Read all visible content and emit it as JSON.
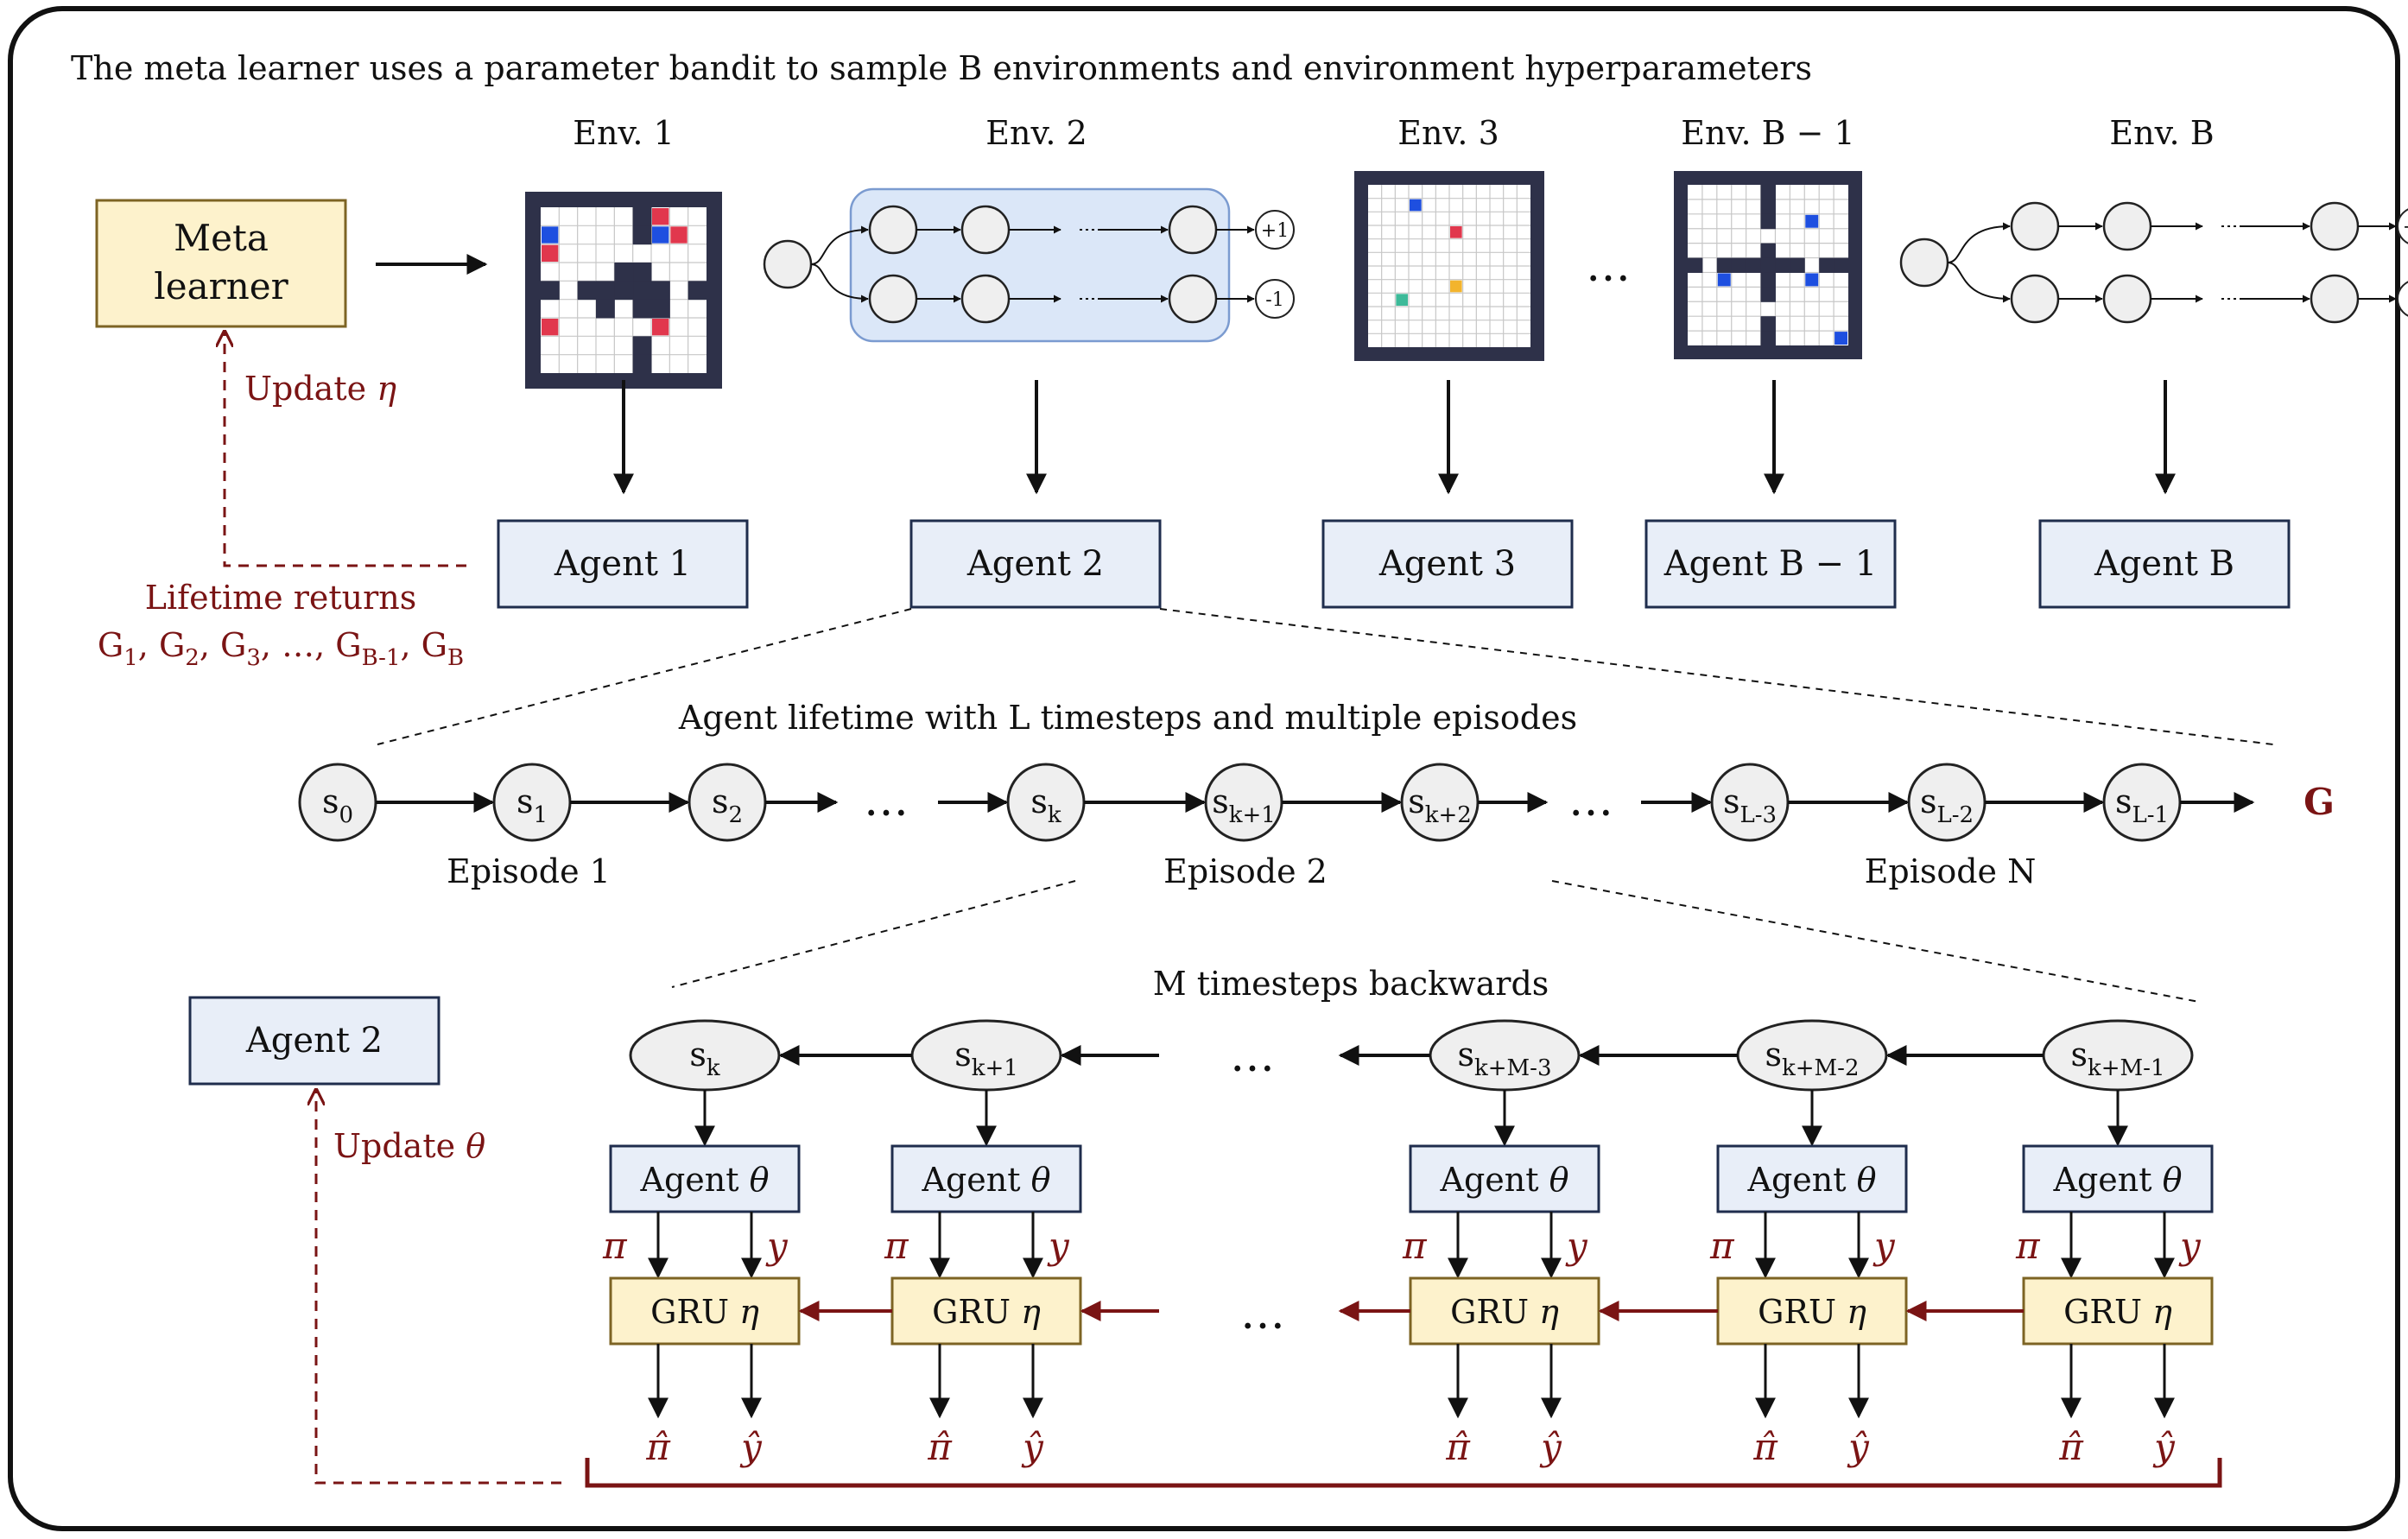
{
  "header": {
    "title": "The meta learner uses a parameter bandit to sample B environments and environment hyperparameters"
  },
  "meta": {
    "learner_line1": "Meta",
    "learner_line2": "learner",
    "update_eta_prefix": "Update",
    "update_eta_symbol": "η",
    "lifetime_returns_label": "Lifetime returns",
    "returns_list": [
      "G1",
      "G2",
      "G3",
      "…",
      "GB-1",
      "GB"
    ]
  },
  "envs": [
    {
      "label": "Env. 1",
      "kind": "gridworld-maze"
    },
    {
      "label": "Env. 2",
      "kind": "chain-highlighted"
    },
    {
      "label": "Env. 3",
      "kind": "gridworld-open"
    },
    {
      "label": "Env. B − 1",
      "kind": "gridworld-rooms"
    },
    {
      "label": "Env. B",
      "kind": "chain"
    }
  ],
  "env_ellipsis": "…",
  "chain_rewards": {
    "top": "+1",
    "bottom": "-1"
  },
  "agents": [
    "Agent 1",
    "Agent 2",
    "Agent 3",
    "Agent B − 1",
    "Agent B"
  ],
  "lifetime": {
    "title": "Agent lifetime with L timesteps and multiple episodes",
    "states": [
      {
        "base": "s",
        "sub": "0"
      },
      {
        "base": "s",
        "sub": "1"
      },
      {
        "base": "s",
        "sub": "2"
      },
      {
        "base": "s",
        "sub": "k"
      },
      {
        "base": "s",
        "sub": "k+1"
      },
      {
        "base": "s",
        "sub": "k+2"
      },
      {
        "base": "s",
        "sub": "L-3"
      },
      {
        "base": "s",
        "sub": "L-2"
      },
      {
        "base": "s",
        "sub": "L-1"
      }
    ],
    "ellipsis": "…",
    "return_symbol": "G",
    "episodes": [
      "Episode 1",
      "Episode 2",
      "Episode N"
    ]
  },
  "backward": {
    "title": "M timesteps backwards",
    "states": [
      {
        "base": "s",
        "sub": "k"
      },
      {
        "base": "s",
        "sub": "k+1"
      },
      {
        "base": "s",
        "sub": "k+M-3"
      },
      {
        "base": "s",
        "sub": "k+M-2"
      },
      {
        "base": "s",
        "sub": "k+M-1"
      }
    ],
    "agent_label": "Agent",
    "agent_symbol": "θ",
    "gru_label": "GRU",
    "gru_symbol": "η",
    "pi": "π",
    "y": "y",
    "pi_hat": "π̂",
    "y_hat": "ŷ",
    "ellipsis": "…",
    "left_agent": "Agent 2",
    "update_theta_prefix": "Update",
    "update_theta_symbol": "θ"
  },
  "colors": {
    "agent_fill": "#e8eef8",
    "agent_stroke": "#1f2d4d",
    "meta_fill": "#fdf2cc",
    "meta_stroke": "#7d6424",
    "accent_red": "#7a1414",
    "grid_dark": "#2e3149",
    "grid_red": "#e1374d",
    "grid_blue": "#1e4fe0",
    "grid_teal": "#3dba99",
    "grid_yellow": "#f3b42d",
    "env2_highlight": "#dbe7f8",
    "state_fill": "#efefef"
  }
}
